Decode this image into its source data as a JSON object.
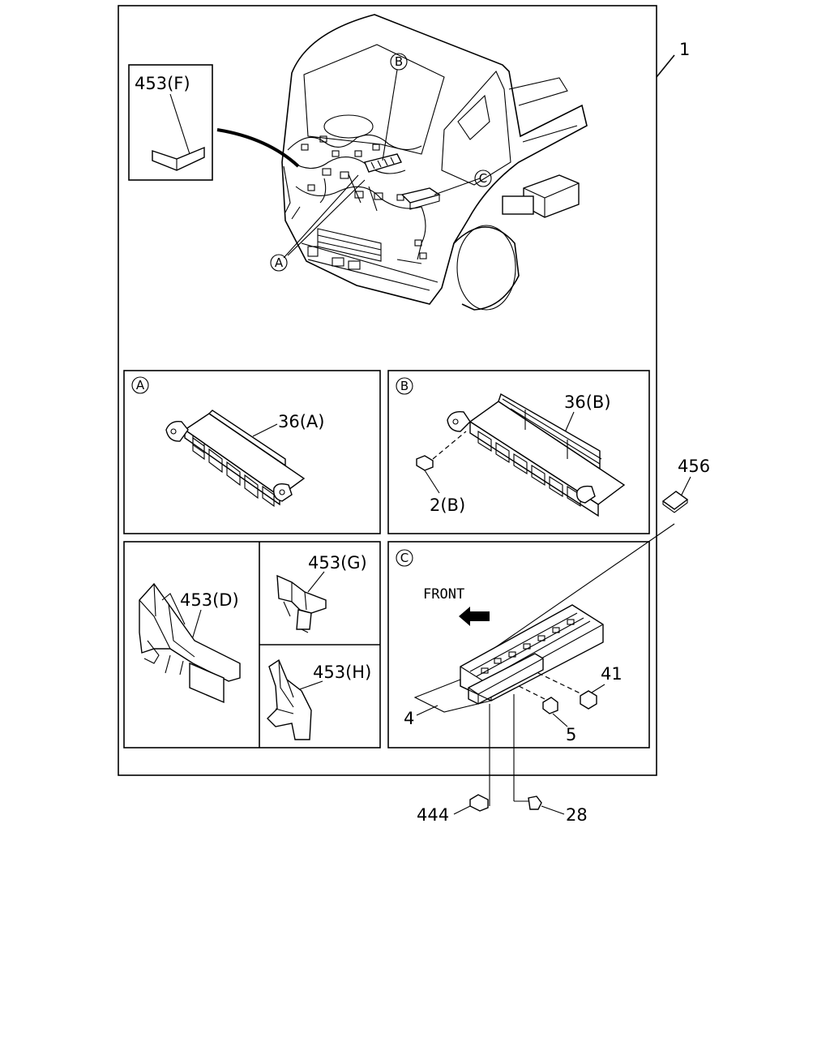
{
  "callouts": {
    "main": "1",
    "label_453f": "453(F)",
    "label_36a": "36(A)",
    "label_36b": "36(B)",
    "label_2b": "2(B)",
    "label_456": "456",
    "label_453d": "453(D)",
    "label_453g": "453(G)",
    "label_453h": "453(H)",
    "label_front": "FRONT",
    "label_41": "41",
    "label_4": "4",
    "label_5": "5",
    "label_444": "444",
    "label_28": "28"
  },
  "detail_markers": {
    "a": "A",
    "b": "B",
    "c": "C"
  },
  "icons": {
    "front_direction": "arrow-left-icon"
  }
}
